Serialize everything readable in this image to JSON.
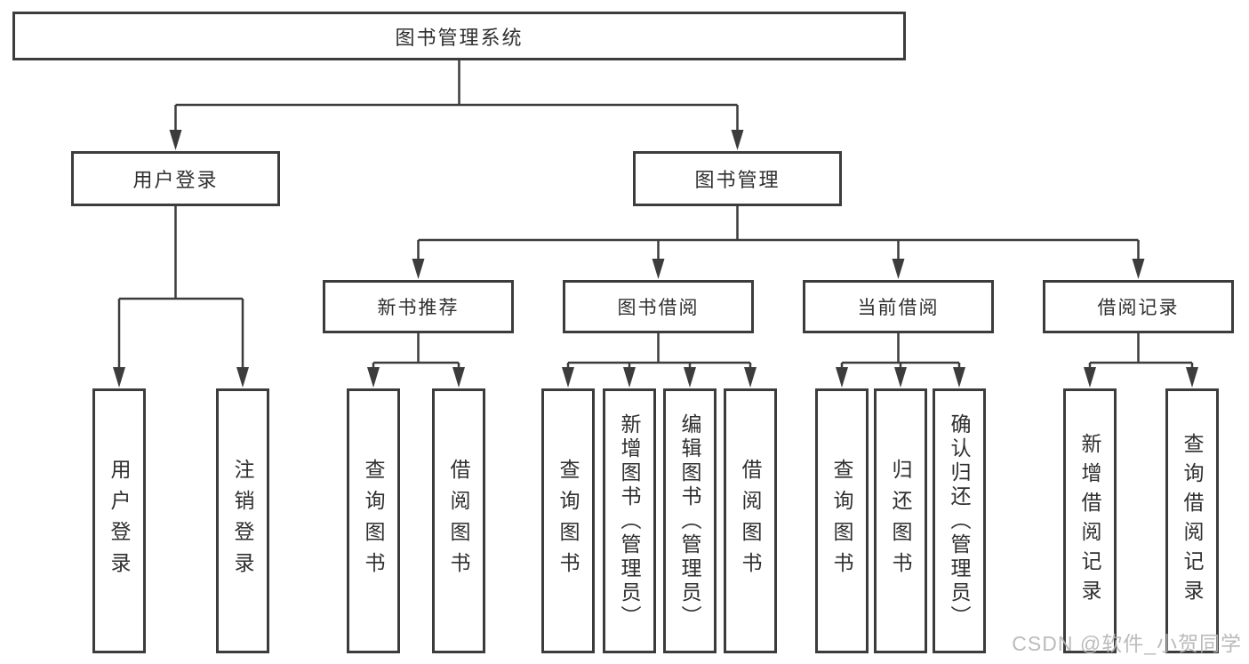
{
  "tree": {
    "root": {
      "label": "图书管理系统"
    },
    "branches": [
      {
        "label": "用户登录",
        "children": [
          {
            "label": "用户登录"
          },
          {
            "label": "注销登录"
          }
        ]
      },
      {
        "label": "图书管理",
        "children": [
          {
            "label": "新书推荐",
            "children": [
              {
                "label": "查询图书"
              },
              {
                "label": "借阅图书"
              }
            ]
          },
          {
            "label": "图书借阅",
            "children": [
              {
                "label": "查询图书"
              },
              {
                "label": "新增图书（管理员）"
              },
              {
                "label": "编辑图书（管理员）"
              },
              {
                "label": "借阅图书"
              }
            ]
          },
          {
            "label": "当前借阅",
            "children": [
              {
                "label": "查询图书"
              },
              {
                "label": "归还图书"
              },
              {
                "label": "确认归还（管理员）"
              }
            ]
          },
          {
            "label": "借阅记录",
            "children": [
              {
                "label": "新增借阅记录"
              },
              {
                "label": "查询借阅记录"
              }
            ]
          }
        ]
      }
    ]
  },
  "watermark": "CSDN @软件_小贺同学",
  "colors": {
    "line": "#3c3c3c",
    "text": "#2f2f2f",
    "background": "#ffffff",
    "watermark": "#b4b4b4"
  }
}
